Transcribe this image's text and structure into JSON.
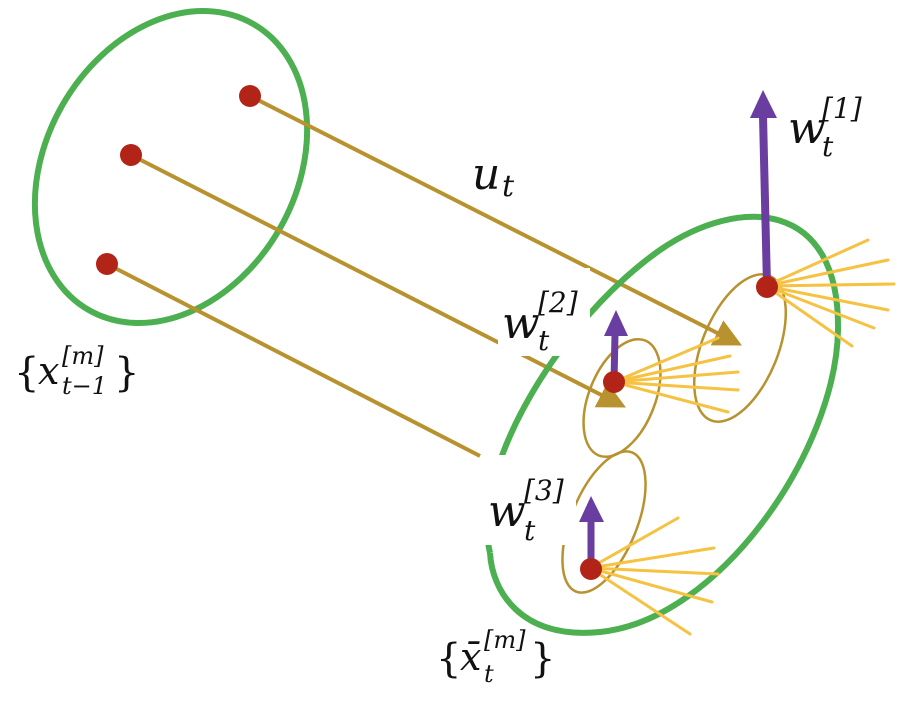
{
  "colors": {
    "outer_ellipse": "#4caf50",
    "particle": "#b22418",
    "motion_line": "#b8922e",
    "weight_arrow": "#6a3ea1",
    "measurement_ray": "#f5c242",
    "text": "#111111"
  },
  "labels": {
    "control": {
      "base": "u",
      "sub": "t"
    },
    "prior_set": {
      "open": "{",
      "base": "x",
      "sup": "[m]",
      "sub": "t−1",
      "close": "}"
    },
    "predicted_set": {
      "open": "{",
      "base": "x̄",
      "sup": "[m]",
      "sub": "t",
      "close": "}"
    },
    "weights": [
      {
        "base": "w",
        "sup": "[1]",
        "sub": "t"
      },
      {
        "base": "w",
        "sup": "[2]",
        "sub": "t"
      },
      {
        "base": "w",
        "sup": "[3]",
        "sub": "t"
      }
    ]
  },
  "icons": {
    "particle": "red-dot",
    "weight": "purple-up-arrow",
    "measurement": "yellow-ray-fan"
  }
}
